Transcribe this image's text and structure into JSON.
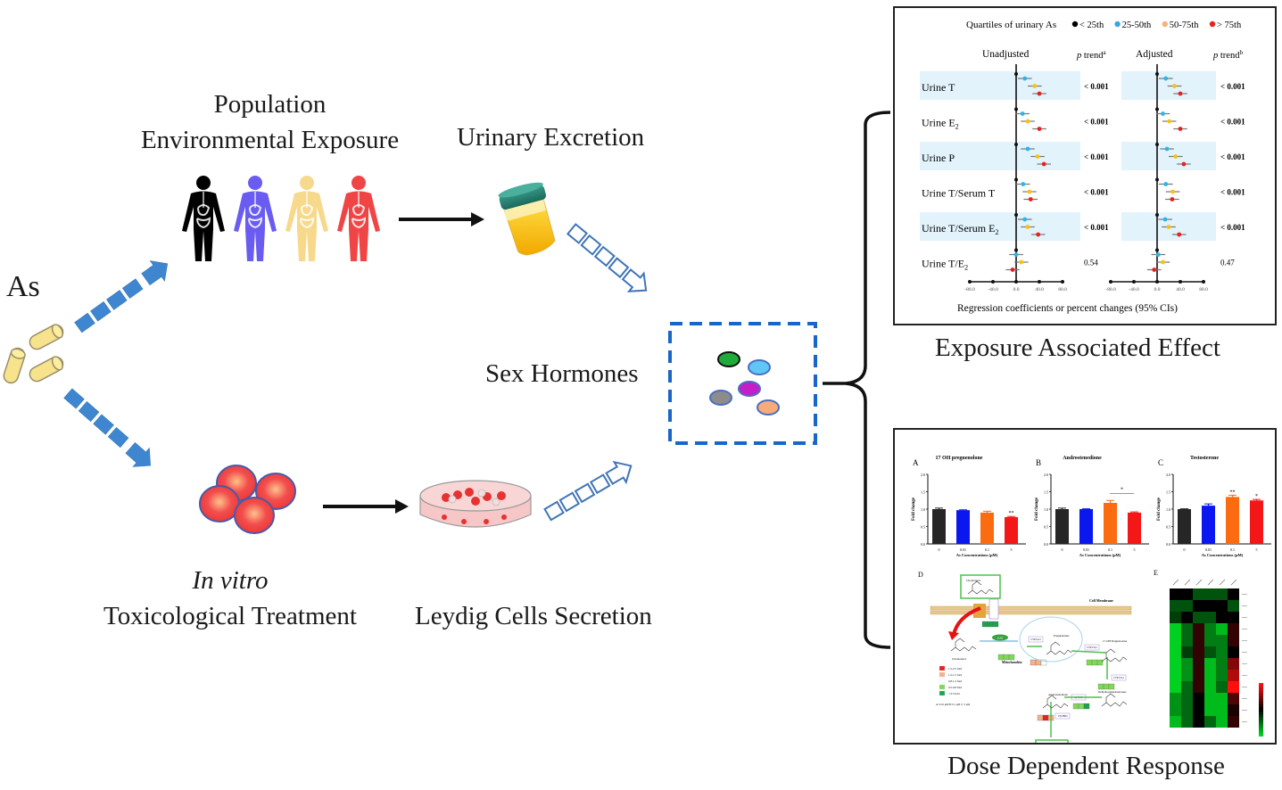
{
  "diagram": {
    "source_label": "As",
    "population_label_line1": "Population",
    "population_label_line2": "Environmental Exposure",
    "urinary_label": "Urinary Excretion",
    "sex_hormones_label": "Sex Hormones",
    "invitro_label_line1": "In vitro",
    "invitro_label_line2": "Toxicological Treatment",
    "leydig_label": "Leydig Cells Secretion",
    "top_panel_caption": "Exposure Associated Effect",
    "bottom_panel_caption": "Dose Dependent Response",
    "human_figure_colors": [
      "#000000",
      "#6a5cf0",
      "#f7d98c",
      "#f04545"
    ],
    "hormone_colors": [
      "#1faa3a",
      "#5fc6f5",
      "#c21fc9",
      "#8c8c8c",
      "#f6ab78"
    ],
    "arrow_color": "#3f86d0",
    "icons": [
      "pills-icon",
      "human-body-icon",
      "urine-cup-icon",
      "hormone-molecules-icon",
      "cells-icon",
      "petri-dish-icon",
      "curly-brace-icon"
    ]
  },
  "chart_data": [
    {
      "type": "forest",
      "title": "Quartiles of urinary As",
      "legend": [
        {
          "label": "< 25th",
          "color": "#000000"
        },
        {
          "label": "25-50th",
          "color": "#3aa6e0"
        },
        {
          "label": "50-75th",
          "color": "#f6b37a"
        },
        {
          "label": "> 75th",
          "color": "#e8201f"
        }
      ],
      "legend_placement": "top",
      "series_colors": {
        "q2": "#2fb4e6",
        "q3": "#f5c315",
        "q4": "#e8201f"
      },
      "xlabel": "Regression coefficients or percent changes (95% CIs)",
      "xlim": [
        -80,
        80
      ],
      "xticks": [
        "-80.0",
        "-40.0",
        "0.0",
        "40.0",
        "80.0"
      ],
      "ci_halfwidth": 12,
      "panels": [
        {
          "title": "Unadjusted",
          "ptrend_header": "p trend",
          "ptrend_sup": "a"
        },
        {
          "title": "Adjusted",
          "ptrend_header": "p trend",
          "ptrend_sup": "b"
        }
      ],
      "rows": [
        {
          "label": "Urine T",
          "sub": "",
          "shaded": true,
          "unadjusted": [
            15,
            32,
            40
          ],
          "adjusted": [
            15,
            30,
            40
          ],
          "p_unadj": "< 0.001",
          "p_adj": "< 0.001"
        },
        {
          "label": "Urine E",
          "sub": "2",
          "shaded": false,
          "unadjusted": [
            11,
            20,
            40
          ],
          "adjusted": [
            10,
            21,
            40
          ],
          "p_unadj": "< 0.001",
          "p_adj": "< 0.001"
        },
        {
          "label": "Urine P",
          "sub": "",
          "shaded": true,
          "unadjusted": [
            20,
            37,
            48
          ],
          "adjusted": [
            17,
            32,
            46
          ],
          "p_unadj": "< 0.001",
          "p_adj": "< 0.001"
        },
        {
          "label": "Urine T/Serum T",
          "sub": "",
          "shaded": false,
          "unadjusted": [
            12,
            23,
            25
          ],
          "adjusted": [
            15,
            27,
            26
          ],
          "p_unadj": "< 0.001",
          "p_adj": "< 0.001"
        },
        {
          "label": "Urine T/Serum E",
          "sub": "2",
          "shaded": true,
          "unadjusted": [
            15,
            20,
            38
          ],
          "adjusted": [
            14,
            20,
            38
          ],
          "p_unadj": "< 0.001",
          "p_adj": "< 0.001"
        },
        {
          "label": "Urine T/E",
          "sub": "2",
          "shaded": false,
          "unadjusted": [
            0,
            9,
            -6
          ],
          "adjusted": [
            2,
            10,
            -5
          ],
          "p_unadj": "0.54",
          "p_adj": "0.47"
        }
      ]
    },
    {
      "type": "bar",
      "panel_letters": [
        "A",
        "B",
        "C"
      ],
      "titles": [
        "17 OH pregnenolone",
        "Androstenedione",
        "Testosterone"
      ],
      "categories": [
        "0",
        "0.01",
        "0.1",
        "5"
      ],
      "bar_colors": [
        "#262626",
        "#0a17ee",
        "#fb6b10",
        "#f31717"
      ],
      "xlabel": "As Concentrations (μM)",
      "ylabel": "Fold change",
      "ylim": [
        0,
        2.0
      ],
      "yticks": [
        "0.0",
        "0.5",
        "1.0",
        "1.5",
        "2.0"
      ],
      "series": [
        {
          "name": "17 OH pregnenolone",
          "values": [
            1.0,
            0.97,
            0.9,
            0.77
          ],
          "errors": [
            0.03,
            0.01,
            0.04,
            0.02
          ],
          "annotations": [
            "",
            "",
            "",
            "**"
          ]
        },
        {
          "name": "Androstenedione",
          "values": [
            1.0,
            1.0,
            1.18,
            0.9
          ],
          "errors": [
            0.03,
            0.01,
            0.07,
            0.02
          ],
          "annotations": [
            "",
            "",
            "",
            ""
          ],
          "bracket": {
            "from": 2,
            "to": 3,
            "label": "*"
          }
        },
        {
          "name": "Testosterone",
          "values": [
            1.0,
            1.1,
            1.35,
            1.25
          ],
          "errors": [
            0.01,
            0.05,
            0.05,
            0.03
          ],
          "annotations": [
            "",
            "",
            "**",
            "*"
          ]
        }
      ]
    },
    {
      "type": "pathway",
      "panel_letter": "D",
      "labels": {
        "membrane": "Cell Membrane",
        "mito": "Mitochondria",
        "cholesterol_out": "Cholesterol",
        "cholesterol_in": "Cholesterol",
        "pregnenolone": "Pregnenolone",
        "oh_preg": "17-OH Pregnenolone",
        "dhea": "Dehydroepiandrosterone",
        "andro": "Androstenedione",
        "testo": "Testosterone",
        "star": "StAR",
        "cyp11a1": "CYP11A1",
        "cyp17a1_a": "CYP17A1",
        "cyp17a1_b": "CYP17A1",
        "hsd3b": "3β-HSD",
        "hsd17b": "17β-HSD"
      },
      "legend": [
        {
          "label": "1.5-2.5 fold",
          "color": "#e8201f"
        },
        {
          "label": "1.2-1.5 fold",
          "color": "#f6b08a"
        },
        {
          "label": "0.8-1.2 fold",
          "color": "#ffffff"
        },
        {
          "label": "0.5-0.8 fold",
          "color": "#7ed957"
        },
        {
          "label": "< 0.5 fold",
          "color": "#1aa34a"
        }
      ],
      "legend_note": "A: 0.01 μM  B: 0.1 μM  C: 5 μM"
    },
    {
      "type": "heatmap",
      "panel_letter": "E",
      "columns": 6,
      "rows": 12,
      "values": [
        [
          0,
          0,
          -0.4,
          -0.4,
          -0.4,
          0
        ],
        [
          -0.4,
          -0.4,
          0,
          0,
          0,
          -0.4
        ],
        [
          -0.3,
          0,
          -0.4,
          -0.4,
          0,
          0
        ],
        [
          -1,
          -0.5,
          0.2,
          -0.6,
          -0.9,
          0.2
        ],
        [
          -1,
          -0.5,
          0.2,
          -0.6,
          -0.6,
          0.2
        ],
        [
          -1,
          -0.3,
          0.2,
          -0.4,
          -0.6,
          0
        ],
        [
          -1,
          -0.7,
          0.2,
          -0.9,
          -0.6,
          0.5
        ],
        [
          -1,
          -0.7,
          0.2,
          -0.9,
          -0.6,
          0.7
        ],
        [
          -1,
          -0.5,
          0.2,
          -0.9,
          -0.5,
          1
        ],
        [
          -0.7,
          -0.5,
          0,
          -0.9,
          -0.9,
          0.3
        ],
        [
          -0.7,
          -0.5,
          0,
          -0.9,
          -0.9,
          0.1
        ],
        [
          -0.9,
          -0.5,
          0,
          -0.5,
          -0.9,
          0.2
        ]
      ],
      "colorscale": [
        "#00d01f",
        "#000000",
        "#ff1010"
      ]
    }
  ]
}
